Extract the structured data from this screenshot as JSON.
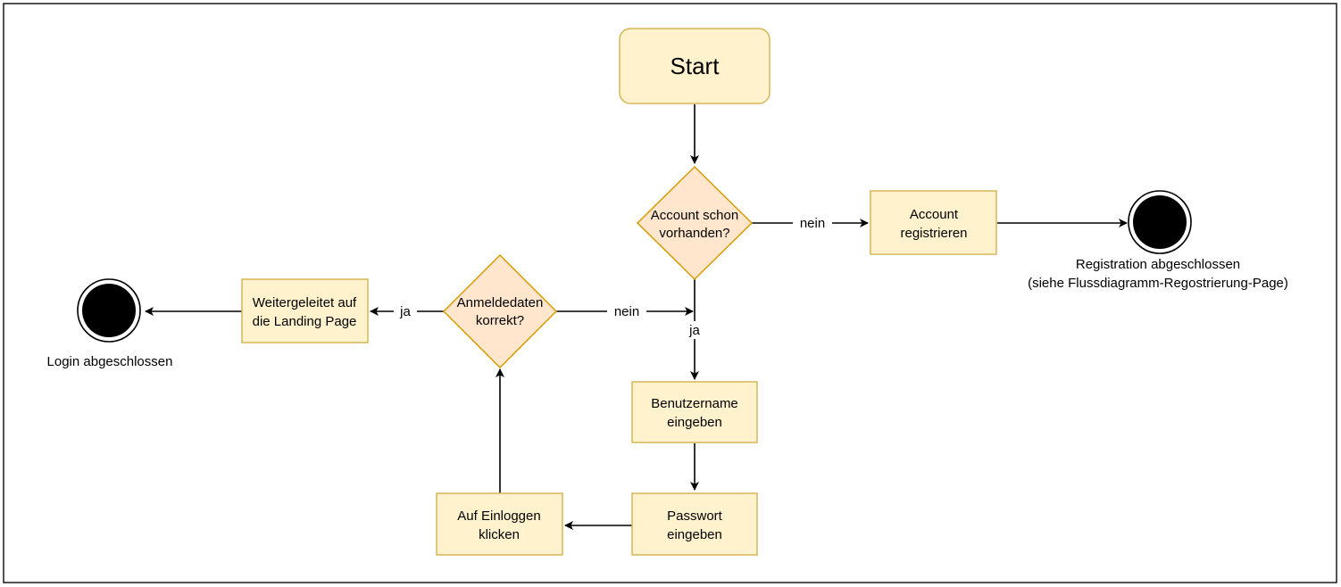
{
  "colors": {
    "process_fill": "#fff2cc",
    "process_stroke": "#d6b656",
    "decision_fill": "#ffe6cc",
    "decision_stroke": "#d79b00",
    "line": "#000000",
    "end_fill": "#000000",
    "frame": "#1a1a1a"
  },
  "nodes": {
    "start": {
      "label": "Start"
    },
    "account_exists": {
      "line1": "Account schon",
      "line2": "vorhanden?"
    },
    "register_account": {
      "line1": "Account",
      "line2": "registrieren"
    },
    "registration_end": {
      "line1": "Registration abgeschlossen",
      "line2": "(siehe Flussdiagramm-Regostrierung-Page)"
    },
    "enter_username": {
      "line1": "Benutzername",
      "line2": "eingeben"
    },
    "enter_password": {
      "line1": "Passwort",
      "line2": "eingeben"
    },
    "click_login": {
      "line1": "Auf Einloggen",
      "line2": "klicken"
    },
    "credentials_correct": {
      "line1": "Anmeldedaten",
      "line2": "korrekt?"
    },
    "redirect_landing": {
      "line1": "Weitergeleitet auf",
      "line2": "die Landing Page"
    },
    "login_end": {
      "label": "Login abgeschlossen"
    }
  },
  "edges": {
    "account_no": "nein",
    "account_yes": "ja",
    "credentials_no": "nein",
    "credentials_yes": "ja"
  }
}
